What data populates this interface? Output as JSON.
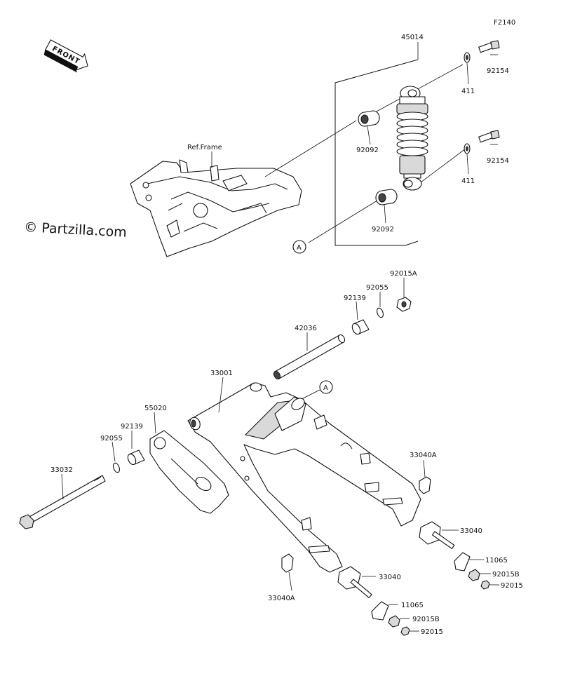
{
  "diagram": {
    "code": "F2140",
    "front_label": "FRONT",
    "watermark": "© Partzilla.com",
    "ref_frame_label": "Ref.Frame",
    "ref_marker": "A",
    "parts": {
      "p45014": "45014",
      "p92154_top": "92154",
      "p411_top": "411",
      "p92092_top": "92092",
      "p92154_mid": "92154",
      "p411_mid": "411",
      "p92092_bottom": "92092",
      "p92015a": "92015A",
      "p92055_top": "92055",
      "p92139_top": "92139",
      "p42036": "42036",
      "p33001": "33001",
      "p55020": "55020",
      "p92139_left": "92139",
      "p92055_left": "92055",
      "p33032": "33032",
      "p33040a_right": "33040A",
      "p33040_right": "33040",
      "p11065_right": "11065",
      "p92015b_right": "92015B",
      "p92015_right": "92015",
      "p33040a_left": "33040A",
      "p33040_left": "33040",
      "p11065_left": "11065",
      "p92015b_left": "92015B",
      "p92015_left": "92015"
    }
  }
}
